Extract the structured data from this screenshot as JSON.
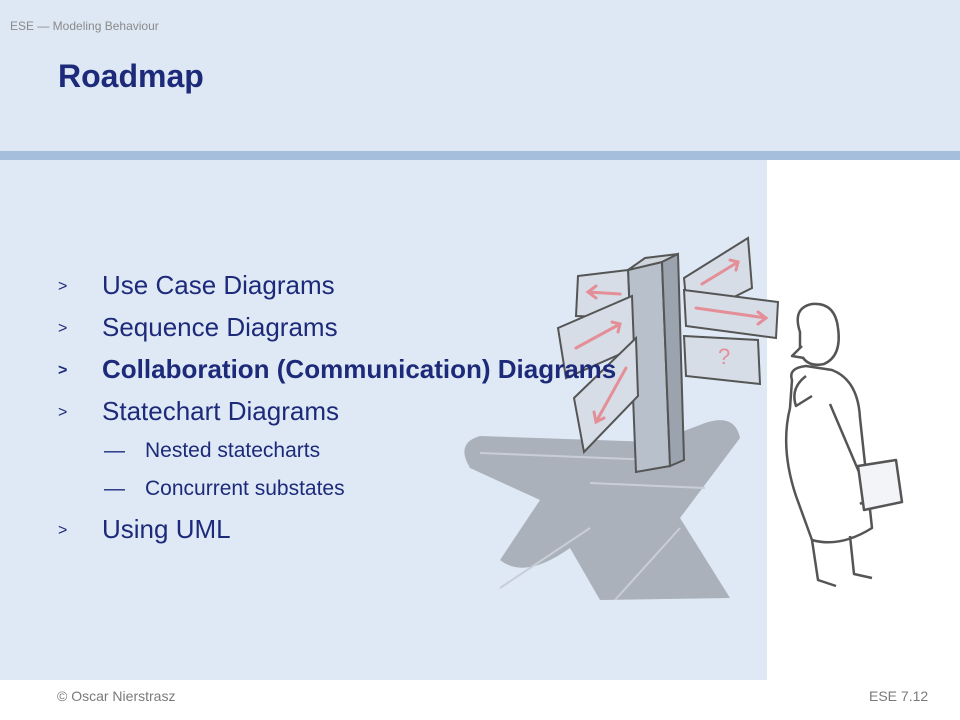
{
  "header": {
    "course_label": "ESE — Modeling Behaviour",
    "title": "Roadmap"
  },
  "roadmap": {
    "items": [
      {
        "label": "Use Case Diagrams",
        "current": false
      },
      {
        "label": "Sequence Diagrams",
        "current": false
      },
      {
        "label": "Collaboration (Communication) Diagrams",
        "current": true
      },
      {
        "label": "Statechart Diagrams",
        "current": false,
        "subitems": [
          {
            "label": "Nested statecharts"
          },
          {
            "label": "Concurrent substates"
          }
        ]
      },
      {
        "label": "Using UML",
        "current": false
      }
    ],
    "bullet": ">",
    "sub_bullet": "—"
  },
  "footer": {
    "copyright": "© Oscar Nierstrasz",
    "slide_number": "ESE 7.12"
  },
  "colors": {
    "title": "#1d2a7a",
    "header_band": "#dde8f4",
    "header_rule": "#a4bedc",
    "panel": "#dfe9f5",
    "shadow": "#aab1bb",
    "arrow": "#e48f98"
  },
  "illustration": {
    "icon": "signpost-thinking-man-icon"
  }
}
